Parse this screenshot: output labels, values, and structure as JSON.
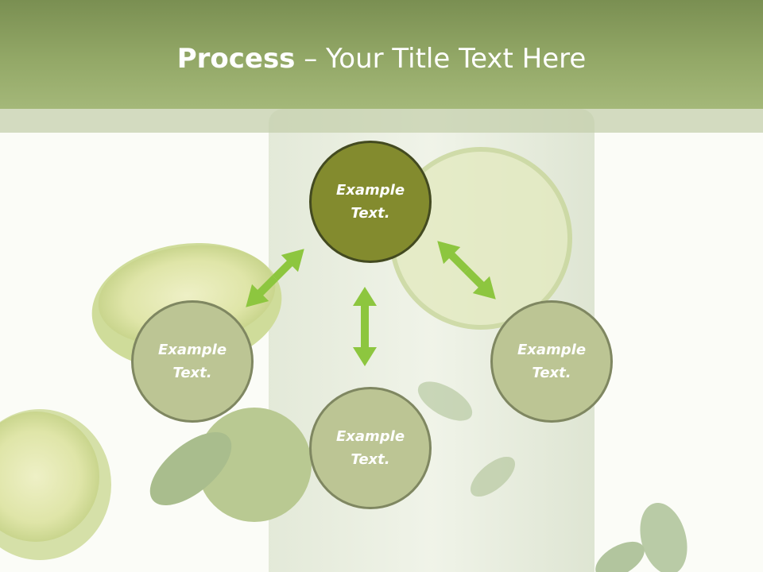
{
  "slide": {
    "title_bold": "Process",
    "title_rest": " – Your Title Text Here"
  },
  "nodes": {
    "top": {
      "line1": "Example",
      "line2": "Text."
    },
    "left": {
      "line1": "Example",
      "line2": "Text."
    },
    "right": {
      "line1": "Example",
      "line2": "Text."
    },
    "bottom": {
      "line1": "Example",
      "line2": "Text."
    }
  },
  "colors": {
    "header": "#93a867",
    "center_node": "#838b2e",
    "outer_node": "#bcc594",
    "arrow": "#8dc63f"
  }
}
